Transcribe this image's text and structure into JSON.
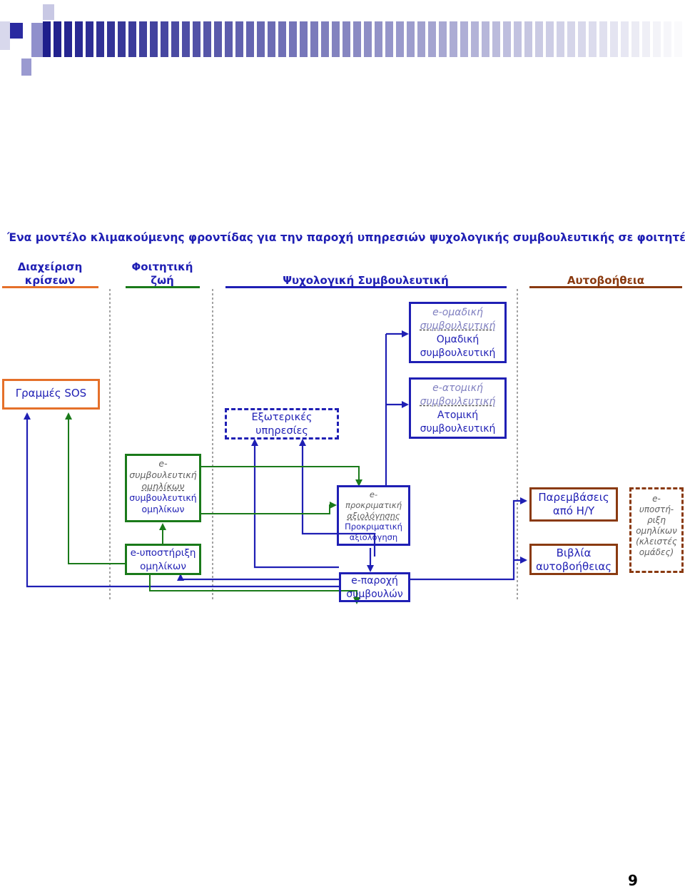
{
  "page_title": "Ένα μοντέλο κλιμακούμενης φροντίδας για την παροχή υπηρεσιών ψυχολογικής συμβουλευτικής σε φοιτητές",
  "categories": {
    "crisis": {
      "line1": "Διαχείριση",
      "line2": "κρίσεων",
      "color": "#1f1fb4",
      "line_color": "#e5702a"
    },
    "student_life": {
      "line1": "Φοιτητική",
      "line2": "ζωή",
      "color": "#1f1fb4",
      "line_color": "#1a7a1a"
    },
    "counseling": {
      "label": "Ψυχολογική Συμβουλευτική",
      "color": "#1f1fb4",
      "line_color": "#1f1fb4"
    },
    "self_help": {
      "label": "Αυτοβοήθεια",
      "color": "#8a3a10",
      "line_color": "#8a3a10"
    }
  },
  "boxes": {
    "group": {
      "e_line1": "e-ομαδική",
      "e_line2": "συμβουλευτική",
      "line1": "Ομαδική",
      "line2": "συμβουλευτική"
    },
    "individual": {
      "e_line1": "e-ατομική",
      "e_line2": "συμβουλευτική",
      "line1": "Ατομική",
      "line2": "συμβουλευτική"
    },
    "sos": {
      "label": "Γραμμές SOS"
    },
    "external": {
      "line1": "Εξωτερικές",
      "line2": "υπηρεσίες"
    },
    "peer_counseling": {
      "e_line1": "e-",
      "e_line2": "συμβουλευτική",
      "e_line3": "ομηλίκων",
      "line1": "συμβουλευτική",
      "line2": "ομηλίκων"
    },
    "peer_support": {
      "line1": "e-υποστήριξη",
      "line2": "ομηλίκων"
    },
    "screening": {
      "e_line1": "e-",
      "e_line2": "προκριματική",
      "e_line3": "αξιολόγησης",
      "line1": "Προκριματική",
      "line2": "αξιολόγηση"
    },
    "advice": {
      "line1": "e-παροχή",
      "line2": "συμβουλών"
    },
    "computer": {
      "line1": "Παρεμβάσεις",
      "line2": "από Η/Υ"
    },
    "books": {
      "line1": "Βιβλία",
      "line2": "αυτοβοήθειας"
    },
    "peer_groups": {
      "l1": "e-",
      "l2": "υποστή-",
      "l3": "ριξη",
      "l4": "ομηλίκων",
      "l5": "(κλειστές",
      "l6": "ομάδες)"
    }
  },
  "page_number": "9",
  "colors": {
    "blue": "#1f1fb4",
    "green": "#1a7a1a",
    "orange": "#e5702a",
    "brown": "#8a3a10"
  }
}
